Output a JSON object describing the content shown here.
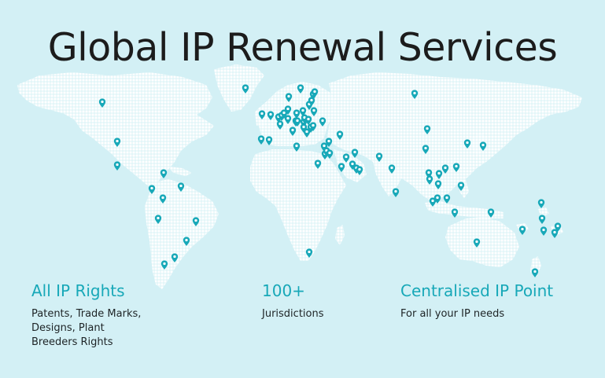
{
  "title": "Global IP Renewal Services",
  "colors": {
    "background": "#d3f0f5",
    "land": "#ffffff",
    "accent": "#17a8b8",
    "text": "#1c1c1c"
  },
  "map": {
    "icon": "map-pin-icon"
  },
  "stats": [
    {
      "heading": "All IP Rights",
      "text": "Patents, Trade Marks,\nDesigns, Plant\nBreeders Rights"
    },
    {
      "heading": "100+",
      "text": "Jurisdictions"
    },
    {
      "heading": "Centralised IP Point",
      "text": "For all your IP needs"
    }
  ]
}
